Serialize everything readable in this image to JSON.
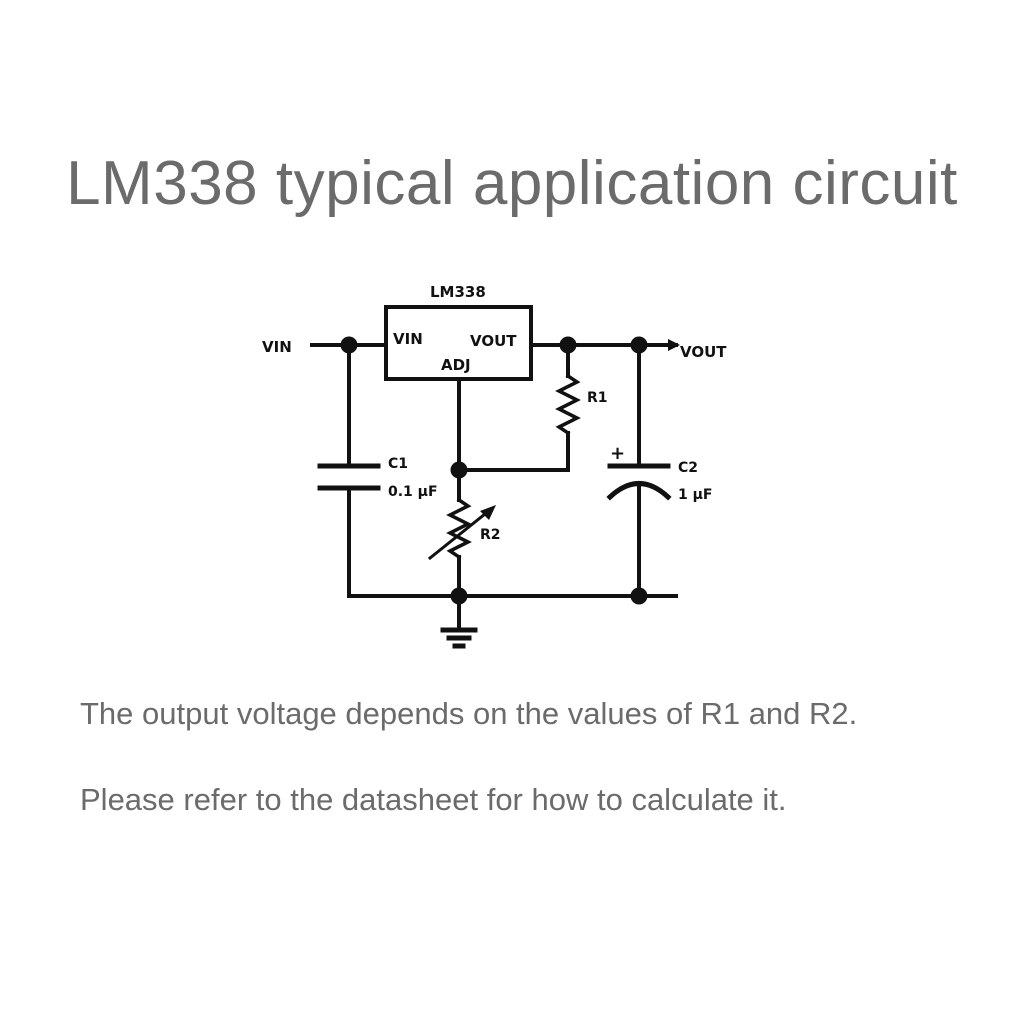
{
  "title": "LM338 typical application circuit",
  "circuit": {
    "ic_label": "LM338",
    "ic_pin_vin": "VIN",
    "ic_pin_vout": "VOUT",
    "ic_pin_adj": "ADJ",
    "input_label": "VIN",
    "output_label": "VOUT",
    "r1_label": "R1",
    "r2_label": "R2",
    "c1_label": "C1",
    "c1_value": "0.1 µF",
    "c2_label": "C2",
    "c2_value": "1 µF",
    "c2_polarity": "+"
  },
  "captions": [
    "The output voltage depends on the values of R1 and R2.",
    "Please refer to the datasheet for how to calculate it."
  ]
}
